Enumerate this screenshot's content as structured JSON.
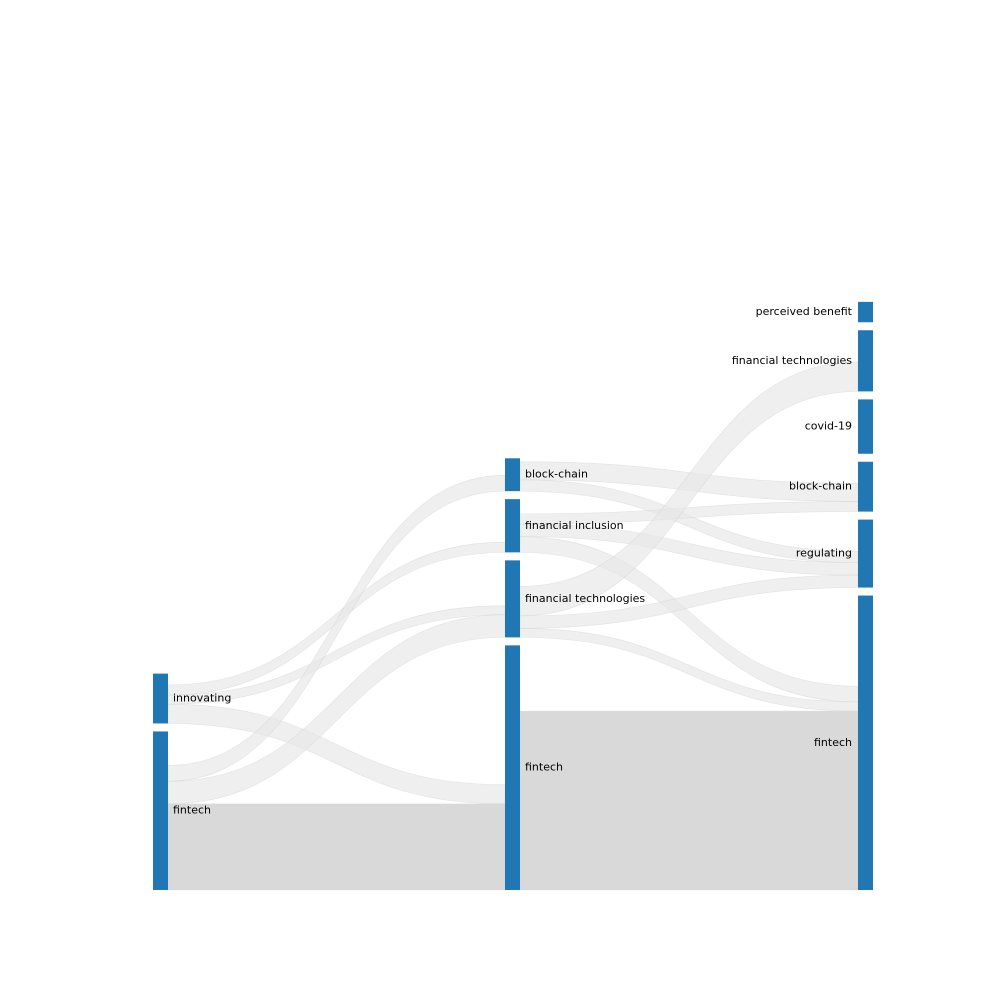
{
  "chart_data": {
    "type": "sankey",
    "title": "",
    "colors": {
      "node": "#2077b4",
      "link": "#e6e6e6",
      "link_highlight": "#d7d7d7"
    },
    "columns": [
      {
        "nodes": [
          {
            "id": "c0_innovating",
            "label": "innovating",
            "value": 22
          },
          {
            "id": "c0_fintech",
            "label": "fintech",
            "value": 70
          }
        ]
      },
      {
        "nodes": [
          {
            "id": "c1_block_chain",
            "label": "block-chain",
            "value": 14.5
          },
          {
            "id": "c1_financial_inclusion",
            "label": "financial inclusion",
            "value": 23.5
          },
          {
            "id": "c1_financial_technologies",
            "label": "financial technologies",
            "value": 34
          },
          {
            "id": "c1_fintech",
            "label": "fintech",
            "value": 108
          }
        ]
      },
      {
        "nodes": [
          {
            "id": "c2_perceived_benefit",
            "label": "perceived benefit",
            "value": 9
          },
          {
            "id": "c2_financial_technologies",
            "label": "financial technologies",
            "value": 27
          },
          {
            "id": "c2_covid_19",
            "label": "covid-19",
            "value": 24
          },
          {
            "id": "c2_block_chain",
            "label": "block-chain",
            "value": 22
          },
          {
            "id": "c2_regulating",
            "label": "regulating",
            "value": 30
          },
          {
            "id": "c2_fintech",
            "label": "fintech",
            "value": 130
          }
        ]
      }
    ],
    "links": [
      {
        "source": "c0_innovating",
        "target": "c1_financial_inclusion",
        "value": 4.5
      },
      {
        "source": "c0_innovating",
        "target": "c1_financial_technologies",
        "value": 4
      },
      {
        "source": "c0_innovating",
        "target": "c1_fintech",
        "value": 8.5
      },
      {
        "source": "c0_fintech",
        "target": "c1_block_chain",
        "value": 7
      },
      {
        "source": "c0_fintech",
        "target": "c1_financial_technologies",
        "value": 10
      },
      {
        "source": "c0_fintech",
        "target": "c1_fintech",
        "value": 38,
        "highlight": true
      },
      {
        "source": "c1_block_chain",
        "target": "c2_block_chain",
        "value": 8
      },
      {
        "source": "c1_block_chain",
        "target": "c2_regulating",
        "value": 5
      },
      {
        "source": "c1_financial_inclusion",
        "target": "c2_block_chain",
        "value": 4.5
      },
      {
        "source": "c1_financial_inclusion",
        "target": "c2_regulating",
        "value": 5.5
      },
      {
        "source": "c1_financial_inclusion",
        "target": "c2_fintech",
        "value": 7
      },
      {
        "source": "c1_financial_technologies",
        "target": "c2_financial_technologies",
        "value": 13
      },
      {
        "source": "c1_financial_technologies",
        "target": "c2_regulating",
        "value": 5.5
      },
      {
        "source": "c1_financial_technologies",
        "target": "c2_fintech",
        "value": 4
      },
      {
        "source": "c1_fintech",
        "target": "c2_fintech",
        "value": 79,
        "highlight": true
      }
    ]
  }
}
